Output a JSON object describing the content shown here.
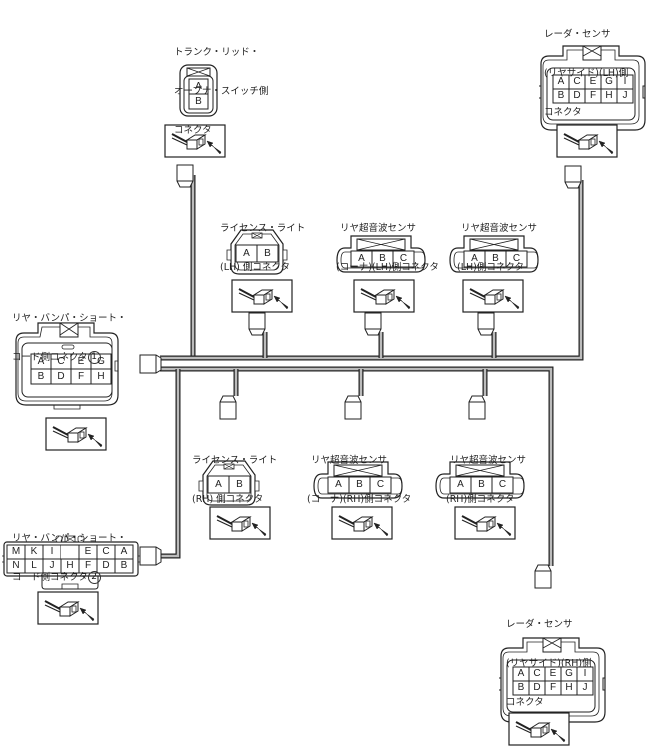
{
  "diagram": {
    "title": "リヤ・バンパ・ショート・コード ハーネス配置図",
    "connectors": [
      {
        "id": "trunk_lid_opener_switch",
        "label_lines": [
          "トランク・リッド・",
          "オープナ・スイッチ側",
          "コネクタ"
        ],
        "pins": [
          [
            "A"
          ],
          [
            "B"
          ]
        ]
      },
      {
        "id": "radar_sensor_rear_side_lh",
        "label_lines": [
          "レーダ・センサ",
          "(リヤサイド)(LH)側",
          "コネクタ"
        ],
        "pins": [
          [
            "A",
            "C",
            "E",
            "G",
            "I"
          ],
          [
            "B",
            "D",
            "F",
            "H",
            "J"
          ]
        ]
      },
      {
        "id": "license_lamp_lh",
        "label_lines": [
          "ライセンス・ライト",
          "(LH) 側コネクタ"
        ],
        "pins": [
          [
            "A",
            "B"
          ]
        ]
      },
      {
        "id": "rear_sonar_corner_lh",
        "label_lines": [
          "リヤ超音波センサ",
          "(コーナ)(LH)側コネクタ"
        ],
        "pins": [
          [
            "A",
            "B",
            "C"
          ]
        ]
      },
      {
        "id": "rear_sonar_lh",
        "label_lines": [
          "リヤ超音波センサ",
          "(LH)側コネクタ"
        ],
        "pins": [
          [
            "A",
            "B",
            "C"
          ]
        ]
      },
      {
        "id": "rear_bumper_short_cord_1",
        "label_lines": [
          "リヤ・バンパ・ショート・",
          "コード側コネクタ"
        ],
        "index_mark": "1",
        "pins": [
          [
            "A",
            "C",
            "E",
            "G"
          ],
          [
            "B",
            "D",
            "F",
            "H"
          ]
        ]
      },
      {
        "id": "license_lamp_rh",
        "label_lines": [
          "ライセンス・ライト",
          "(RH) 側コネクタ"
        ],
        "pins": [
          [
            "A",
            "B"
          ]
        ]
      },
      {
        "id": "rear_sonar_corner_rh",
        "label_lines": [
          "リヤ超音波センサ",
          "(コーナ)(RH)側コネクタ"
        ],
        "pins": [
          [
            "A",
            "B",
            "C"
          ]
        ]
      },
      {
        "id": "rear_sonar_rh",
        "label_lines": [
          "リヤ超音波センサ",
          "(RH)側コネクタ"
        ],
        "pins": [
          [
            "A",
            "B",
            "C"
          ]
        ]
      },
      {
        "id": "rear_bumper_short_cord_2",
        "label_lines": [
          "リヤ・バンパ・ショート・",
          "コード側コネクタ"
        ],
        "index_mark": "2",
        "pins": [
          [
            "M",
            "K",
            "I",
            "",
            "E",
            "C",
            "A"
          ],
          [
            "N",
            "L",
            "J",
            "H",
            "F",
            "D",
            "B"
          ]
        ]
      },
      {
        "id": "radar_sensor_rear_side_rh",
        "label_lines": [
          "レーダ・センサ",
          "(リヤサイド)(RH)側",
          "コネクタ"
        ],
        "pins": [
          [
            "A",
            "C",
            "E",
            "G",
            "I"
          ],
          [
            "B",
            "D",
            "F",
            "H",
            "J"
          ]
        ]
      }
    ],
    "view_icon": "connector-view-direction-icon",
    "line_color": "#222222",
    "harness_fill": "#aaaaaa"
  }
}
